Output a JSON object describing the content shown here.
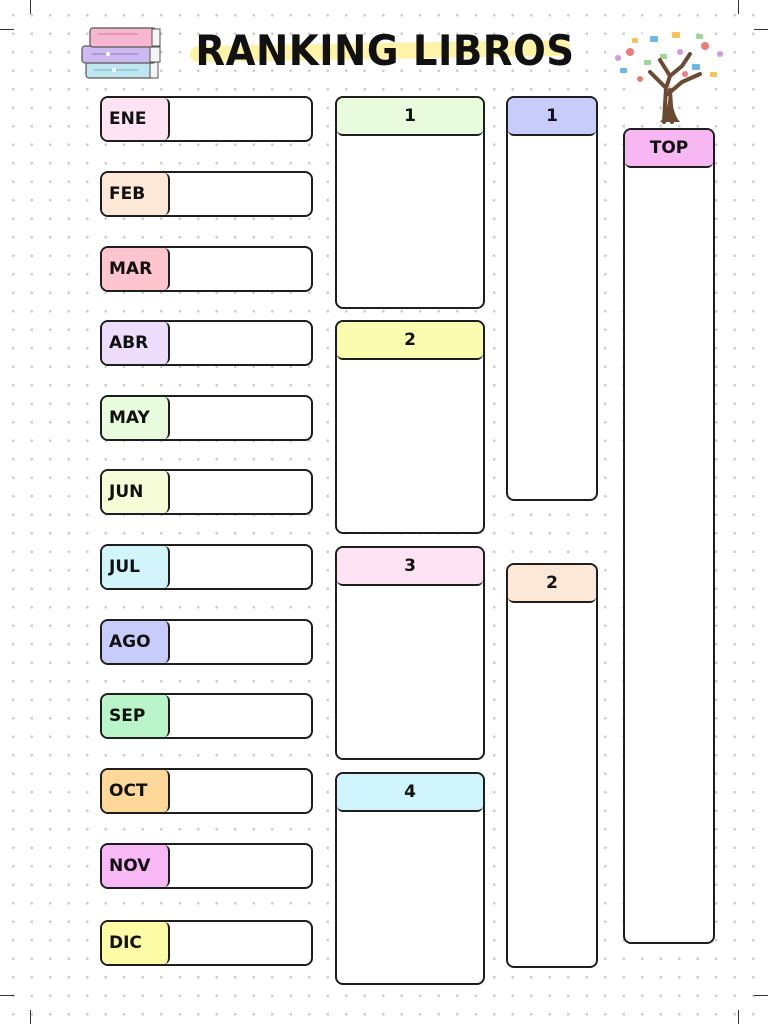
{
  "title": "RANKING LIBROS",
  "months": [
    {
      "label": "ENE",
      "color": "#fde3f3"
    },
    {
      "label": "FEB",
      "color": "#fde8d7"
    },
    {
      "label": "MAR",
      "color": "#ffc5cf"
    },
    {
      "label": "ABR",
      "color": "#eddcfc"
    },
    {
      "label": "MAY",
      "color": "#e8fbdc"
    },
    {
      "label": "JUN",
      "color": "#f6fbd8"
    },
    {
      "label": "JUL",
      "color": "#d2f5fb"
    },
    {
      "label": "AGO",
      "color": "#c8ccfa"
    },
    {
      "label": "SEP",
      "color": "#b9f5c9"
    },
    {
      "label": "OCT",
      "color": "#fdd898"
    },
    {
      "label": "NOV",
      "color": "#f8b8f6"
    },
    {
      "label": "DIC",
      "color": "#fdfca6"
    }
  ],
  "quarter_ranks": [
    {
      "label": "1",
      "color": "#e8fbdc"
    },
    {
      "label": "2",
      "color": "#fafcb0"
    },
    {
      "label": "3",
      "color": "#fde3f3"
    },
    {
      "label": "4",
      "color": "#cff4fb"
    }
  ],
  "semester_ranks": [
    {
      "label": "1",
      "color": "#c8ccfa"
    },
    {
      "label": "2",
      "color": "#fde8d7"
    }
  ],
  "top": {
    "label": "TOP",
    "color": "#f7b7f2"
  },
  "decor": {
    "left_icon": "book-stack-icon",
    "right_icon": "book-tree-icon"
  }
}
